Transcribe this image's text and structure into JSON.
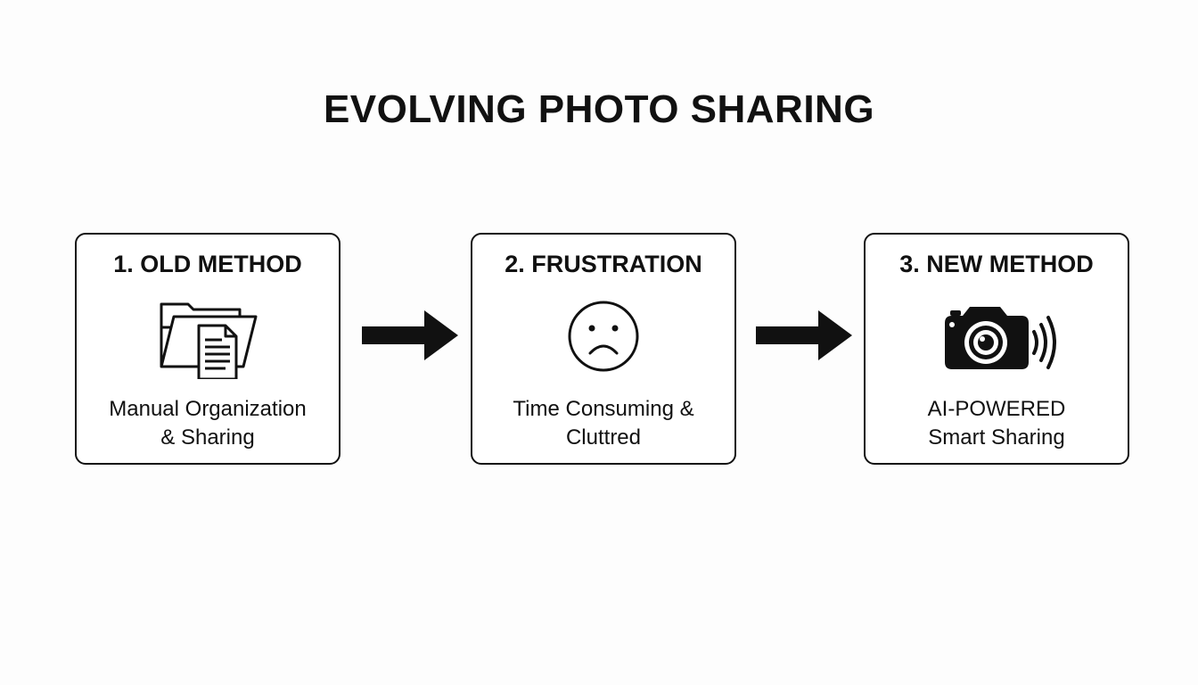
{
  "title": "EVOLVING PHOTO SHARING",
  "steps": [
    {
      "heading": "1. OLD METHOD",
      "icon": "folder-document-icon",
      "caption": [
        "Manual Organization",
        "& Sharing"
      ]
    },
    {
      "heading": "2. FRUSTRATION",
      "icon": "sad-face-icon",
      "caption": [
        "Time Consuming &",
        "Cluttred"
      ]
    },
    {
      "heading": "3. NEW METHOD",
      "icon": "camera-wireless-icon",
      "caption": [
        "AI-POWERED",
        "Smart Sharing"
      ]
    }
  ],
  "colors": {
    "ink": "#111111",
    "background": "#fdfdfd"
  }
}
